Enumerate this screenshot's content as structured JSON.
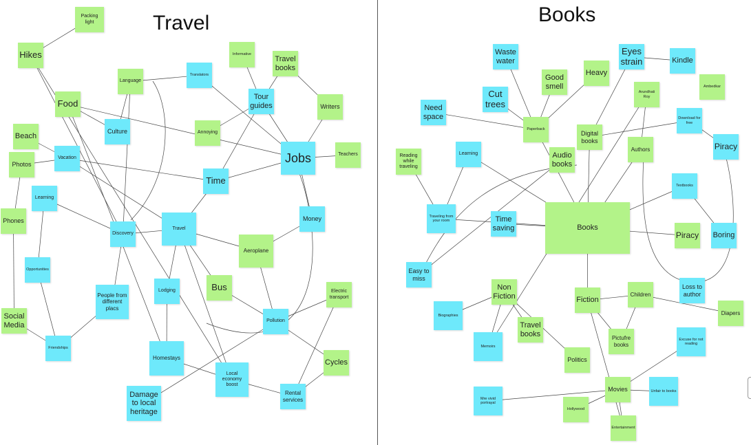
{
  "boards": {
    "travel": {
      "title": "Travel",
      "notes": {
        "packing_light": "Packing light",
        "hikes": "Hikes",
        "informative": "Informative",
        "travel_books": "Travel books",
        "language": "Language",
        "translators": "Translators",
        "food": "Food",
        "tour_guides": "Tour guides",
        "writers": "Writers",
        "culture": "Culture",
        "beach": "Beach",
        "annoying": "Annoying",
        "vacation": "Vacation",
        "jobs": "Jobs",
        "teachers": "Teachers",
        "photos": "Photos",
        "time": "Time",
        "learning": "Learning",
        "phones": "Phones",
        "discovery": "Discovery",
        "travel": "Travel",
        "money": "Money",
        "aeroplane": "Aeroplane",
        "opportunities": "Opportunities",
        "people_from_different_places": "People from different placs",
        "lodging": "Lodging",
        "bus": "Bus",
        "electric_transport": "Electric transport",
        "pollution": "Pollution",
        "social_media": "Social Media",
        "friendships": "Friendships",
        "homestays": "Homestays",
        "cycles": "Cycles",
        "local_economy_boost": "Local economy boost",
        "damage_to_local_heritage": "Damage to local heritage",
        "rental_services": "Rental services"
      }
    },
    "books": {
      "title": "Books",
      "notes": {
        "waste_water": "Waste water",
        "eyes_strain": "Eyes strain",
        "kindle": "Kindle",
        "good_smell": "Good smell",
        "heavy": "Heavy",
        "cut_trees": "Cut trees",
        "ambedkar": "Ambedkar",
        "arundhati_roy": "Arundhati Roy",
        "need_space": "Need space",
        "paperback": "Paperback",
        "download_for_free": "Download for free",
        "digital_books": "Digital books",
        "reading_while_traveling": "Reading while traveling",
        "learning": "Learning",
        "audio_books": "Audio books",
        "authors": "Authors",
        "piracy_top": "Piracy",
        "textbooks": "Textbooks",
        "traveling_from_your_room": "Traveling from your room",
        "time_saving": "Time saving",
        "books": "Books",
        "piracy": "Piracy",
        "boring": "Boring",
        "easy_to_miss": "Easy to miss",
        "loss_to_author": "Loss to author",
        "non_fiction": "Non Fiction",
        "biographies": "Biographies",
        "fiction": "Fiction",
        "children": "Children",
        "diapers": "Diapers",
        "travel_books": "Travel books",
        "memoirs": "Memoirs",
        "picture_books": "Pictufre books",
        "excuse_for_not_reading": "Excuse for not reading",
        "politics": "Politics",
        "movies": "Movies",
        "more_vivid_portrayal": "Mre vivid portrayal",
        "unfair_to_books": "Unfair to books",
        "hollywood": "Hollywood",
        "entertainment": "Entertainment"
      }
    }
  }
}
